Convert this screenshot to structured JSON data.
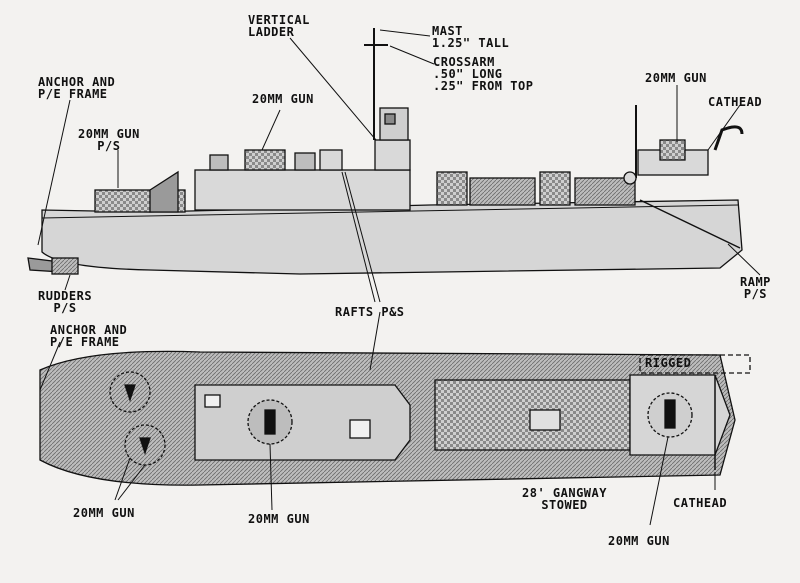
{
  "profile_labels": {
    "anchor_frame_top": [
      "ANCHOR AND",
      "P/E FRAME"
    ],
    "gun_ps": [
      "20MM GUN",
      "P/S"
    ],
    "gun_mid": "20MM GUN",
    "vertical_ladder": [
      "VERTICAL",
      "LADDER"
    ],
    "mast": [
      "MAST",
      "1.25\" TALL"
    ],
    "crossarm": [
      "CROSSARM",
      ".50\" LONG",
      ".25\" FROM TOP"
    ],
    "gun_bow": "20MM GUN",
    "cathead": "CATHEAD",
    "rudders": [
      "RUDDERS",
      "P/S"
    ],
    "ramp": [
      "RAMP",
      "P/S"
    ],
    "rafts": "RAFTS P&S"
  },
  "plan_labels": {
    "anchor_frame": [
      "ANCHOR AND",
      "P/E FRAME"
    ],
    "rigged": "RIGGED",
    "gun_left": "20MM GUN",
    "gun_center": "20MM GUN",
    "gangway": [
      "28' GANGWAY",
      "STOWED"
    ],
    "cathead": "CATHEAD",
    "gun_bow": "20MM GUN"
  }
}
